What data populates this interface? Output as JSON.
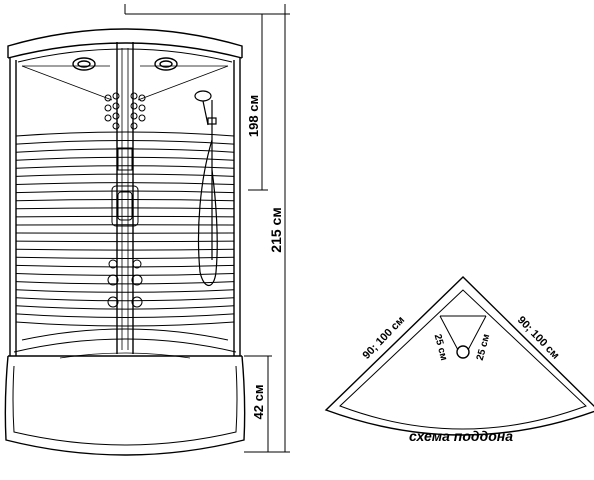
{
  "dimensions": {
    "cabin_height": "198 см",
    "total_height": "215 см",
    "tray_height": "42 см",
    "tray_side_left": "90; 100 см",
    "tray_side_right": "90; 100 см",
    "drain_offset_left": "25 см",
    "drain_offset_right": "25 см"
  },
  "tray_scheme": {
    "caption": "схема поддона"
  },
  "colors": {
    "stroke": "#000000",
    "background": "#ffffff"
  }
}
